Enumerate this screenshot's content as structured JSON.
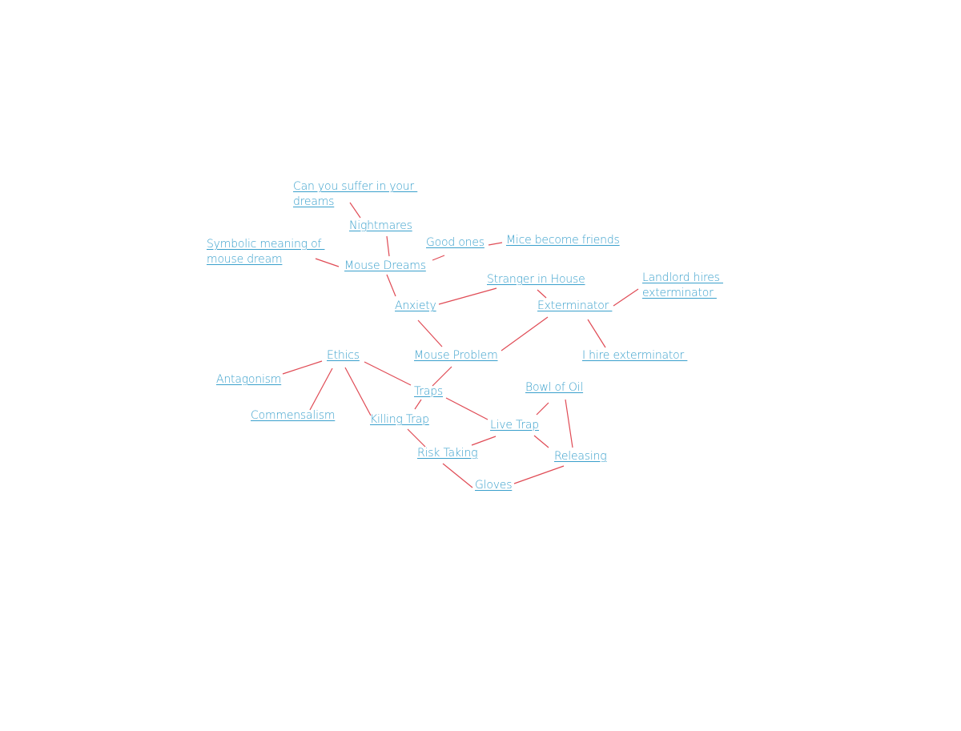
{
  "diagram": {
    "link_color": "#3aa0cc",
    "edge_color": "#e04b55",
    "nodes": {
      "can_you_suffer": "Can you suffer in your \ndreams",
      "nightmares": "Nightmares",
      "symbolic_meaning": "Symbolic meaning of \nmouse dream",
      "mouse_dreams": "Mouse Dreams",
      "good_ones": "Good ones",
      "mice_become_friends": "Mice become friends",
      "stranger_in_house": "Stranger in House",
      "landlord_hires": "Landlord hires \nexterminator ",
      "anxiety": "Anxiety",
      "exterminator": "Exterminator ",
      "ethics": "Ethics",
      "mouse_problem": "Mouse Problem",
      "i_hire_exterminator": "I hire exterminator ",
      "antagonism": "Antagonism",
      "traps": "Traps",
      "bowl_of_oil": "Bowl of Oil",
      "commensalism": "Commensalism",
      "killing_trap": "Killing Trap",
      "live_trap": "Live Trap",
      "risk_taking": "Risk Taking",
      "releasing": "Releasing",
      "gloves": "Gloves"
    }
  }
}
